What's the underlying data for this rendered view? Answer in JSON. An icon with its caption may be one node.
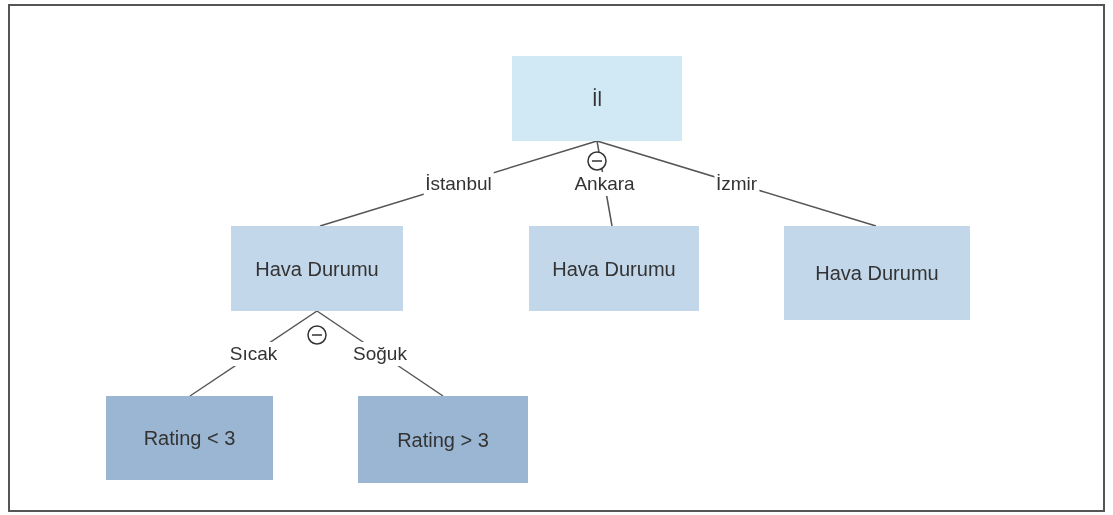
{
  "diagram": {
    "nodes": [
      {
        "text": [
          "İl"
        ]
      },
      {
        "text": [
          "Hava Durumu"
        ]
      },
      {
        "text": [
          "Hava Durumu"
        ]
      },
      {
        "text": [
          "Hava Durumu"
        ]
      },
      {
        "text": [
          "Rating < 3"
        ]
      },
      {
        "text": [
          "Rating > 3"
        ]
      }
    ],
    "edges": [
      {
        "from": 0,
        "to": 1,
        "arrow": "none",
        "label": "İstanbul"
      },
      {
        "from": 0,
        "to": 2,
        "arrow": "none",
        "label": "Ankara"
      },
      {
        "from": 0,
        "to": 3,
        "arrow": "none",
        "label": "İzmir"
      },
      {
        "from": 1,
        "to": 4,
        "arrow": "none",
        "label": "Sıcak"
      },
      {
        "from": 1,
        "to": 5,
        "arrow": "none",
        "label": "Soğuk"
      }
    ]
  }
}
